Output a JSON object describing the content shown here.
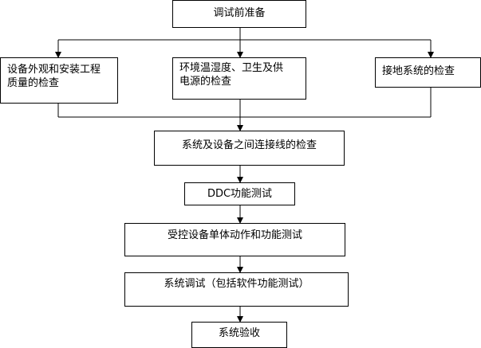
{
  "flowchart": {
    "nodes": {
      "prep": "调试前准备",
      "appearance_line1": "设备外观和安装工程",
      "appearance_line2": "质量的检查",
      "environment_line1": "环境温湿度、卫生及供",
      "environment_line2": "电源的检查",
      "grounding": "接地系统的检查",
      "wiring": "系统及设备之间连接线的检查",
      "ddc": "DDC功能测试",
      "controlled": "受控设备单体动作和功能测试",
      "system_test": "系统调试（包括软件功能测试）",
      "acceptance": "系统验收"
    }
  }
}
